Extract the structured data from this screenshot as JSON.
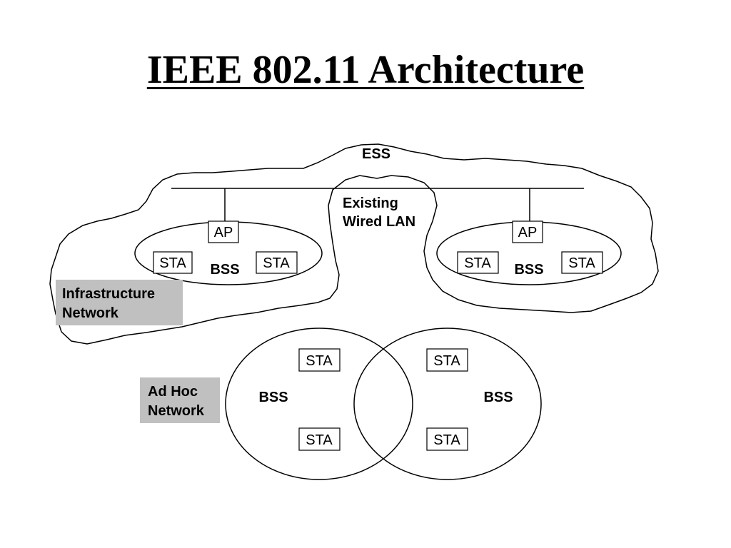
{
  "title": "IEEE 802.11 Architecture",
  "ess_label": "ESS",
  "wired_lan": {
    "line1": "Existing",
    "line2": "Wired LAN"
  },
  "infrastructure_bss": [
    {
      "ap": "AP",
      "sta_left": "STA",
      "sta_right": "STA",
      "bss": "BSS"
    },
    {
      "ap": "AP",
      "sta_left": "STA",
      "sta_right": "STA",
      "bss": "BSS"
    }
  ],
  "infrastructure_label": {
    "line1": "Infrastructure",
    "line2": "Network"
  },
  "adhoc_bss": [
    {
      "sta_top": "STA",
      "sta_bottom": "STA",
      "bss": "BSS"
    },
    {
      "sta_top": "STA",
      "sta_bottom": "STA",
      "bss": "BSS"
    }
  ],
  "adhoc_label": {
    "line1": "Ad Hoc",
    "line2": "Network"
  },
  "colors": {
    "label_box": "#c0c0c0",
    "stroke": "#000000"
  }
}
